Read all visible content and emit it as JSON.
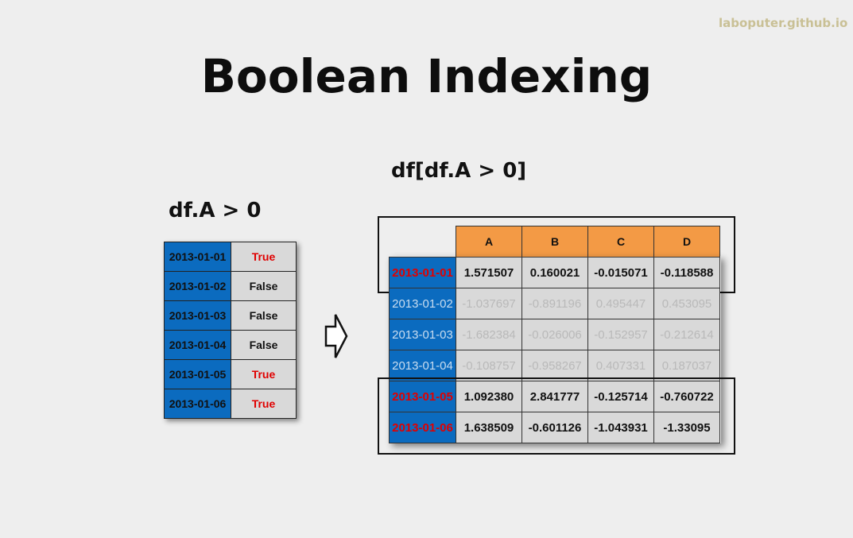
{
  "watermark": "laboputer.github.io",
  "title": "Boolean Indexing",
  "mask_expr": "df.A > 0",
  "filter_expr": "df[df.A > 0]",
  "colors": {
    "index_blue": "#0b6bbf",
    "header_orange": "#f39a45",
    "cell_gray": "#d9d9d9",
    "true_red": "#e00000"
  },
  "mask": [
    {
      "index": "2013-01-01",
      "value": "True"
    },
    {
      "index": "2013-01-02",
      "value": "False"
    },
    {
      "index": "2013-01-03",
      "value": "False"
    },
    {
      "index": "2013-01-04",
      "value": "False"
    },
    {
      "index": "2013-01-05",
      "value": "True"
    },
    {
      "index": "2013-01-06",
      "value": "True"
    }
  ],
  "arrow_icon": "hollow-right-arrow-icon",
  "dataframe": {
    "columns": [
      "A",
      "B",
      "C",
      "D"
    ],
    "rows": [
      {
        "index": "2013-01-01",
        "values": [
          "1.571507",
          "0.160021",
          "-0.015071",
          "-0.118588"
        ],
        "selected": true
      },
      {
        "index": "2013-01-02",
        "values": [
          "-1.037697",
          "-0.891196",
          "0.495447",
          "0.453095"
        ],
        "selected": false
      },
      {
        "index": "2013-01-03",
        "values": [
          "-1.682384",
          "-0.026006",
          "-0.152957",
          "-0.212614"
        ],
        "selected": false
      },
      {
        "index": "2013-01-04",
        "values": [
          "-0.108757",
          "-0.958267",
          "0.407331",
          "0.187037"
        ],
        "selected": false
      },
      {
        "index": "2013-01-05",
        "values": [
          "1.092380",
          "2.841777",
          "-0.125714",
          "-0.760722"
        ],
        "selected": true
      },
      {
        "index": "2013-01-06",
        "values": [
          "1.638509",
          "-0.601126",
          "-1.043931",
          "-1.33095"
        ],
        "selected": true
      }
    ]
  }
}
